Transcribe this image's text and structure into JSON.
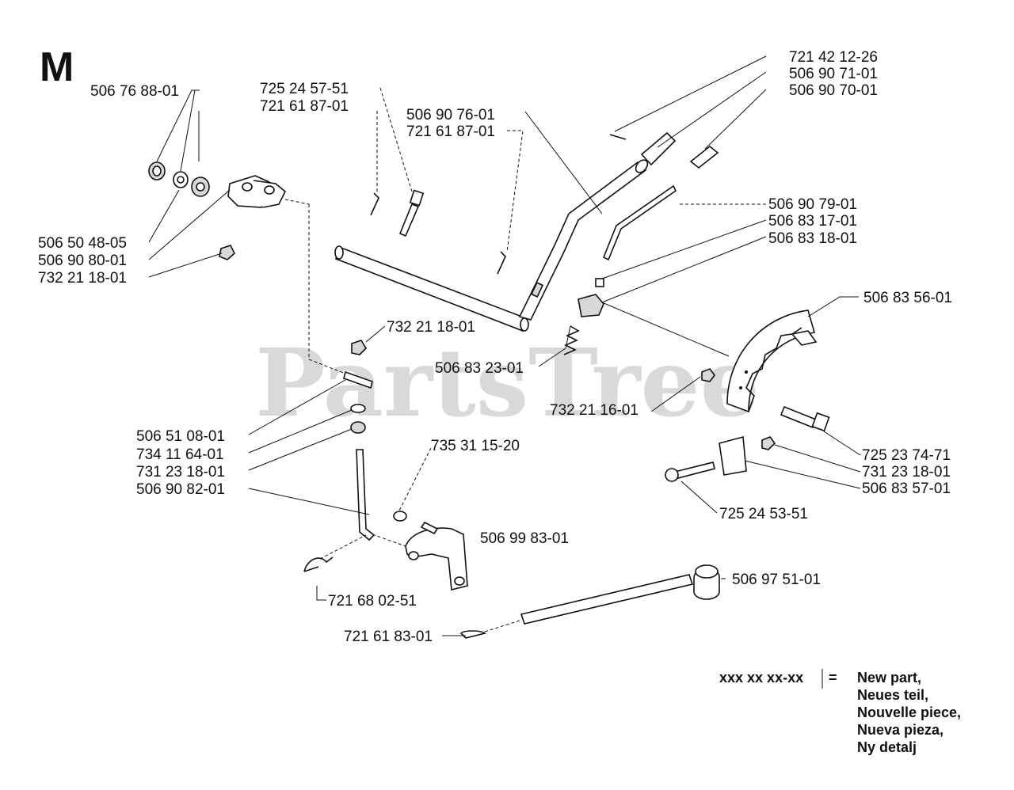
{
  "section_letter": "M",
  "watermark": "PartsTree",
  "parts": {
    "p_721421226": "721 42 12-26",
    "p_506907101": "506 90 71-01",
    "p_506907001": "506 90 70-01",
    "p_506768801": "506 76 88-01",
    "p_725245751": "725 24 57-51",
    "p_721618701_a": "721 61 87-01",
    "p_506907601": "506 90 76-01",
    "p_721618701_b": "721 61 87-01",
    "p_506907901": "506 90 79-01",
    "p_506831701": "506 83 17-01",
    "p_506831801": "506 83 18-01",
    "p_506504805": "506 50 48-05",
    "p_506908001": "506 90 80-01",
    "p_732211801_a": "732 21 18-01",
    "p_506835601": "506 83 56-01",
    "p_732211801_b": "732 21 18-01",
    "p_506832301": "506 83 23-01",
    "p_732211601": "732 21 16-01",
    "p_506510801": "506 51 08-01",
    "p_734116401": "734 11 64-01",
    "p_731231801_a": "731 23 18-01",
    "p_506908201": "506 90 82-01",
    "p_735311520": "735 31 15-20",
    "p_725237471": "725 23 74-71",
    "p_731231801_b": "731 23 18-01",
    "p_506835701": "506 83 57-01",
    "p_725245351": "725 24 53-51",
    "p_506998301": "506 99 83-01",
    "p_721680251": "721 68 02-51",
    "p_506975101": "506 97 51-01",
    "p_721618301": "721 61 83-01"
  },
  "legend": {
    "code": "xxx xx xx-xx",
    "equals": "=",
    "lines": [
      "New part,",
      "Neues teil,",
      "Nouvelle piece,",
      "Nueva pieza,",
      "Ny detalj"
    ]
  }
}
